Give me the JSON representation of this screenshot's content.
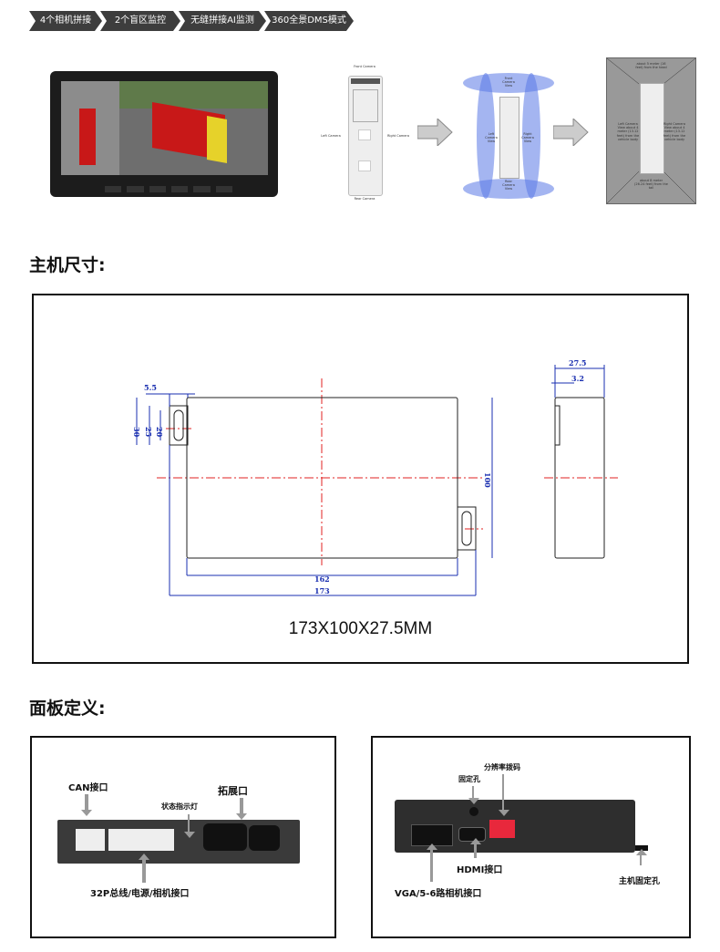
{
  "banner": {
    "steps": [
      "4个相机拼接",
      "2个盲区监控",
      "无缝拼接AI监测",
      "360全景DMS模式"
    ]
  },
  "cameras": {
    "front": "Front Camera",
    "left": "Left Camera",
    "right": "Right Camera",
    "rear": "Rear Camera",
    "front_view": "Front Camera View",
    "left_view": "Left Camera View",
    "right_view": "Right Camera View",
    "rear_view": "Rear Camera View",
    "head_dist": "about 5 meter (16 feet) from the head",
    "left_dist": "Left Camera View about 4 meter (13.12 feet) from the vehicle body",
    "right_dist": "Right Camera View about 4 meter (13.12 feet) from the vehicle body",
    "tail_dist": "about 8 meter (26.24 feet) from the tail"
  },
  "size_section": {
    "heading": "主机尺寸:",
    "dims": {
      "tab_offset": "5.5",
      "h30": "30",
      "h25": "25",
      "h20": "20",
      "height": "100",
      "inner_width": "162",
      "width": "173",
      "depth": "27.5",
      "depth_step": "3.2"
    },
    "caption": "173X100X27.5MM"
  },
  "panel_section": {
    "heading": "面板定义:",
    "left_panel": {
      "can": "CAN接口",
      "status_led": "状态指示灯",
      "expansion": "拓展口",
      "main_port": "32P总线/电源/相机接口"
    },
    "right_panel": {
      "dip": "分辨率拨码",
      "fix_hole": "固定孔",
      "hdmi": "HDMI接口",
      "vga": "VGA/5-6路相机接口",
      "host_hole": "主机固定孔"
    }
  },
  "colors": {
    "banner": "#3d3d3d",
    "dimension": "#1a2fb0",
    "centerline": "#e02020",
    "dip_switch": "#e8283c"
  }
}
